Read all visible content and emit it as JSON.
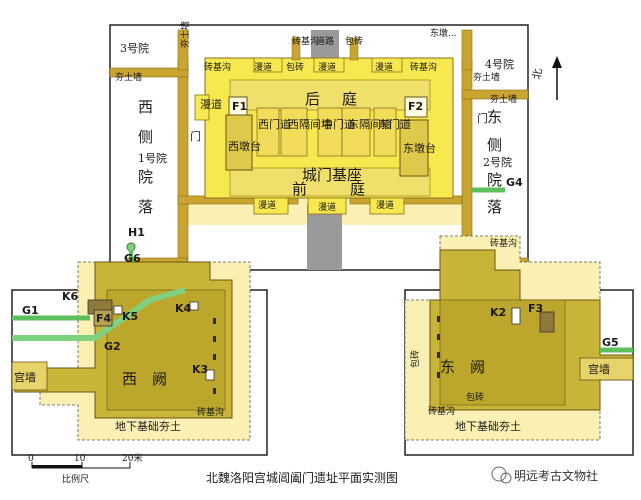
{
  "caption": "北魏洛阳宫城阊阖门遗址平面实测图",
  "watermark": "明远考古文物社",
  "scale": {
    "tick0": "0",
    "tick10": "10",
    "tick20": "20米",
    "caption": "比例尺"
  },
  "labels": {
    "yard3": "3号院",
    "yard4": "4号院",
    "yard1": "1号院",
    "yard2": "2号院",
    "rammed_wall": "夯土墙",
    "brick_drain": "砖基沟",
    "brick_wrap": "包砖",
    "road": "道路",
    "ramp": "漫道",
    "east_small": "东墩...",
    "north": "北",
    "west_courtyard_1": "西",
    "west_courtyard_2": "侧",
    "west_courtyard_3": "院",
    "west_courtyard_4": "落",
    "east_courtyard_1": "东",
    "east_courtyard_2": "侧",
    "east_courtyard_3": "院",
    "east_courtyard_4": "落",
    "gate": "门",
    "f1": "F1",
    "f2": "F2",
    "rear": "后",
    "court": "庭",
    "front": "前",
    "west_passage": "西门道",
    "west_partition": "西隔间墙",
    "center_passage": "中门道",
    "east_partition": "东隔间墙",
    "east_passage": "东门道",
    "west_tower": "西墩台",
    "east_tower": "东墩台",
    "gate_base": "城门基座",
    "h1": "H1",
    "g6": "G6",
    "g4": "G4",
    "g1": "G1",
    "k6": "K6",
    "f4": "F4",
    "k5": "K5",
    "k4": "K4",
    "g2": "G2",
    "k3": "K3",
    "palace_wall": "宫墙",
    "west_que": "西　阙",
    "underground_foundation": "地下基础夯土",
    "k2": "K2",
    "f3": "F3",
    "g5": "G5",
    "east_que": "东　阙"
  }
}
